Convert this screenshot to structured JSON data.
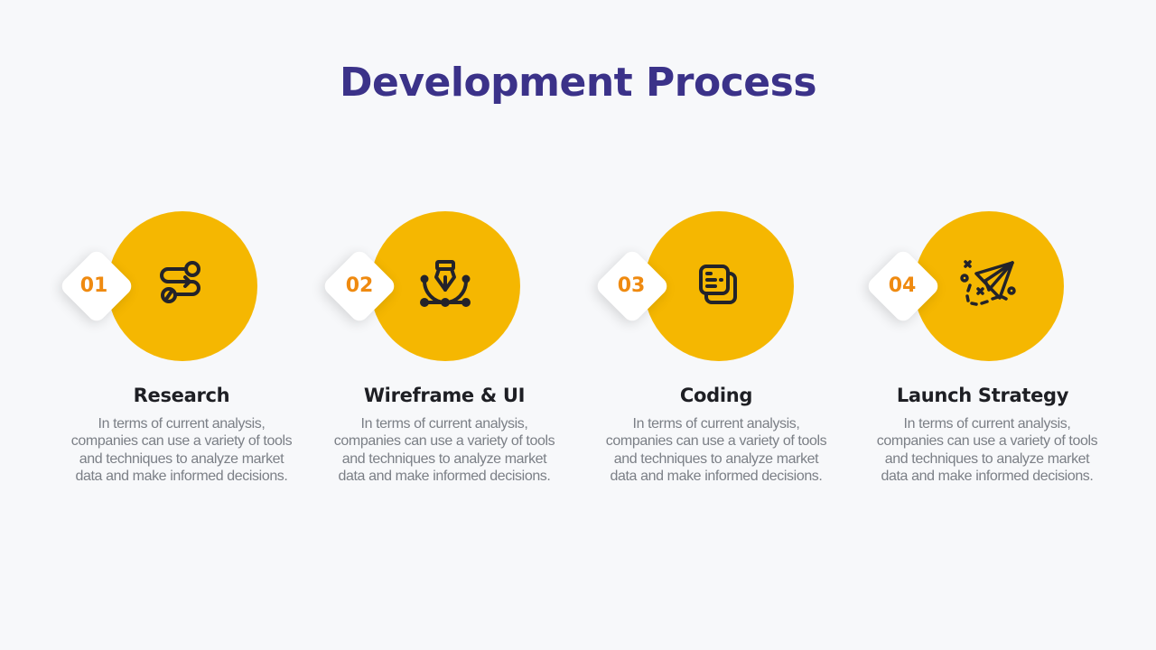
{
  "title": "Development Process",
  "colors": {
    "title": "#3b3289",
    "circle": "#f5b701",
    "number": "#ef8a10",
    "heading": "#1e1f24",
    "body_text": "#7b7f86",
    "background": "#f7f8fa"
  },
  "steps": [
    {
      "number": "01",
      "heading": "Research",
      "icon": "route-path-icon",
      "description": "In terms of current analysis, companies can use a variety of tools and techniques to analyze market data and make informed decisions."
    },
    {
      "number": "02",
      "heading": "Wireframe & UI",
      "icon": "pen-tool-bezier-icon",
      "description": "In terms of current analysis, companies can use a variety of tools and techniques to analyze market data and make informed decisions."
    },
    {
      "number": "03",
      "heading": "Coding",
      "icon": "stacked-documents-icon",
      "description": "In terms of current analysis, companies can use a variety of tools and techniques to analyze market data and make informed decisions."
    },
    {
      "number": "04",
      "heading": "Launch Strategy",
      "icon": "paper-plane-route-icon",
      "description": "In terms of current analysis, companies can use a variety of tools and techniques to analyze market data and make informed decisions."
    }
  ]
}
